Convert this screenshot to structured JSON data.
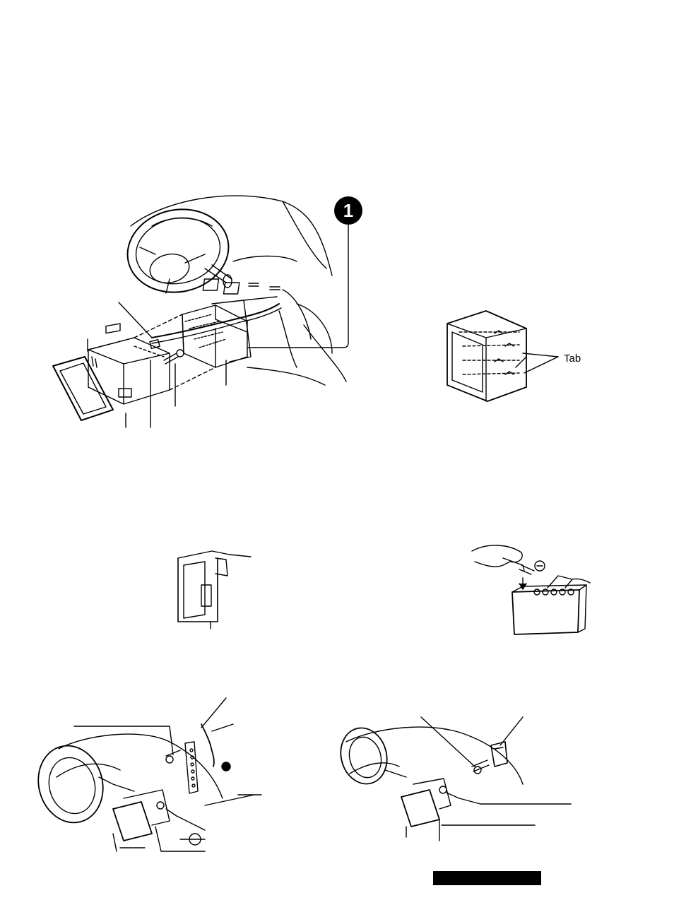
{
  "labels": {
    "callout_number": "1",
    "tab_label": "Tab",
    "circled_one": "①",
    "minus_sign": "⊖"
  },
  "colors": {
    "ink": "#000000",
    "paper": "#ffffff"
  }
}
